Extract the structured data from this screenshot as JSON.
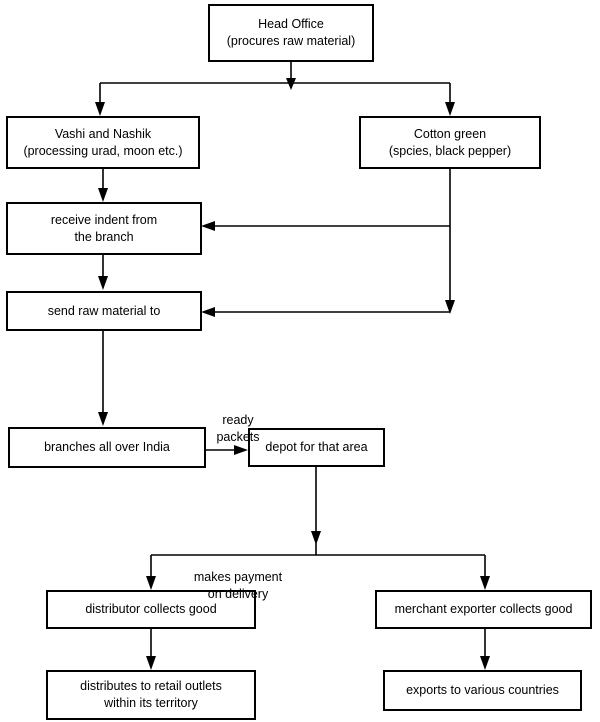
{
  "diagram": {
    "title": "Head Office distribution flowchart",
    "type": "flowchart",
    "background_color": "#ffffff",
    "line_color": "#000000",
    "text_color": "#000000",
    "nodes": [
      {
        "id": "head-office",
        "label": "Head Office\n(procures raw material)"
      },
      {
        "id": "vashi-nashik",
        "label": "Vashi and Nashik\n(processing urad, moon etc.)"
      },
      {
        "id": "cotton-green",
        "label": "Cotton green\n(spcies, black pepper)"
      },
      {
        "id": "receive-indent",
        "label": "receive indent from\nthe branch"
      },
      {
        "id": "send-raw-material",
        "label": "send raw material to"
      },
      {
        "id": "branches-india",
        "label": "branches all over India"
      },
      {
        "id": "depot-area",
        "label": "depot for that area"
      },
      {
        "id": "distributor",
        "label": "distributor collects good"
      },
      {
        "id": "merchant-exporter",
        "label": "merchant exporter collects good"
      },
      {
        "id": "retail-outlets",
        "label": "distributes to retail outlets\nwithin its territory"
      },
      {
        "id": "exports",
        "label": "exports to various countries"
      }
    ],
    "edge_labels": [
      {
        "id": "ready-packets",
        "label": "ready\npackets"
      },
      {
        "id": "makes-payment",
        "label": "makes payment\non delivery"
      }
    ]
  }
}
